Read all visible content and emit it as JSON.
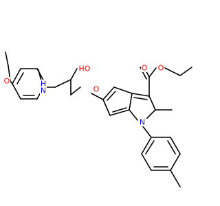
{
  "structure": {
    "atom_labels": [
      {
        "id": "o-ester-carbonyl",
        "text": "O",
        "color": "#ff0000"
      },
      {
        "id": "o-ester-alkoxy",
        "text": "O",
        "color": "#ff0000"
      },
      {
        "id": "o-hydroxyl",
        "text": "HO",
        "color": "#ff0000"
      },
      {
        "id": "n-amine",
        "text": "H",
        "color": "#0000ff"
      },
      {
        "id": "n-amine-n",
        "text": "N",
        "color": "#0000ff"
      },
      {
        "id": "o-ether-chain",
        "text": "O",
        "color": "#ff0000"
      },
      {
        "id": "o-ethoxy",
        "text": "O",
        "color": "#ff0000"
      },
      {
        "id": "n-indole",
        "text": "N",
        "color": "#0000ff"
      }
    ]
  }
}
